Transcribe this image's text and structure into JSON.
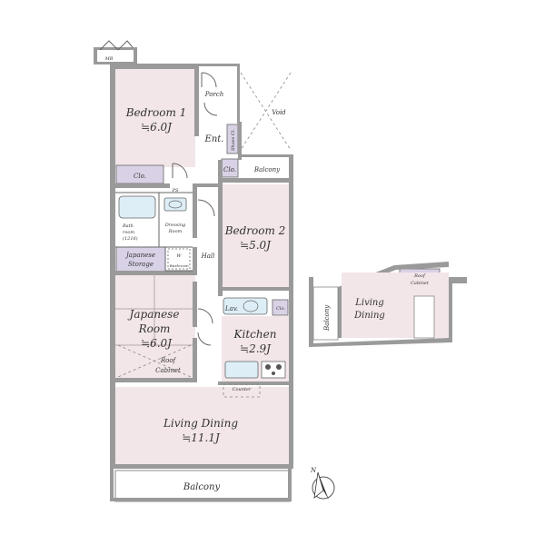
{
  "colors": {
    "room_fill": "#f2e6e8",
    "storage_fill": "#d9d2e6",
    "wall": "#9a9a9a",
    "fixture": "#ddeef6",
    "line": "#666666"
  },
  "rooms": {
    "bedroom1": {
      "name": "Bedroom 1",
      "size": "≒6.0J"
    },
    "bedroom2": {
      "name": "Bedroom 2",
      "size": "≒5.0J"
    },
    "japanese_room": {
      "name_line1": "Japanese",
      "name_line2": "Room",
      "size": "≒6.0J"
    },
    "kitchen": {
      "name": "Kitchen",
      "size": "≒2.9J"
    },
    "living_dining": {
      "name": "Living Dining",
      "size": "≒11.1J"
    }
  },
  "labels": {
    "mb": "MB",
    "porch": "Porch",
    "void": "Void",
    "ent": "Ent.",
    "shoes_cl": "Shoes Cl.",
    "clo_bedroom1": "Clo.",
    "clo_hall": "Clo.",
    "clo_kitchen": "Clo.",
    "balcony_upper": "Balcony",
    "balcony_bottom": "Balcony",
    "ps": "PS",
    "bathroom_line1": "Bath",
    "bathroom_line2": "room",
    "bathroom_line3": "(1216)",
    "dressing_line1": "Dressing",
    "dressing_line2": "Room",
    "washer_w": "W",
    "washer_caption": "Washroom",
    "japanese_storage_line1": "Japanese",
    "japanese_storage_line2": "Storage",
    "hall": "Hall",
    "lav": "Lav.",
    "roof_cabinet_line1": "Roof",
    "roof_cabinet_line2": "Cabinet",
    "counter": "Counter",
    "compass_n": "N"
  },
  "section": {
    "balcony": "Balcony",
    "living_line1": "Living",
    "living_line2": "Dining",
    "roof_cabinet_line1": "Roof",
    "roof_cabinet_line2": "Cabinet"
  }
}
